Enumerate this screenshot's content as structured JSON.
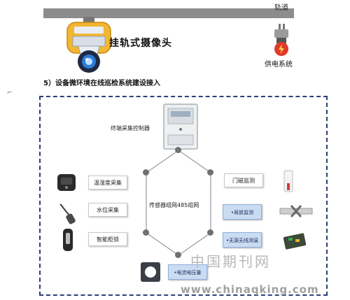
{
  "top": {
    "rail_label": "轨道",
    "camera_label": "挂轨式摄像头",
    "power_label": "供电系统"
  },
  "section_title": "5）设备微环境在线巡检系统建设接入",
  "diagram": {
    "controller_label": "终端采集控制器",
    "hub_label": "传感器组网485组网",
    "left_items": [
      "温湿度采集",
      "水位采集",
      "智能柜锁"
    ],
    "right_items": [
      "门磁监测",
      "•局放监测",
      "•无源无线测温"
    ],
    "bottom_item": "•电流电压量"
  },
  "watermark": {
    "cn": "中国期刊网",
    "url": "www.chinaqking.com"
  },
  "colors": {
    "frame": "#2e3f7a",
    "blue_box": "#c9dcf2",
    "node": "#707070"
  }
}
